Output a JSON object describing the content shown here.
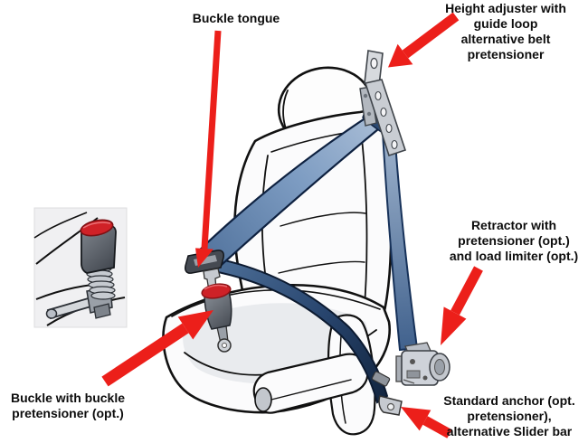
{
  "figure": {
    "type": "labeled-diagram",
    "background": "#ffffff",
    "colors": {
      "arrow_red": "#ec1f1a",
      "belt_light_blue": "#93aac6",
      "belt_dark_navy": "#1b3658",
      "buckle_button_red": "#ce2127",
      "hardware_metal_gray": "#c9cdd3",
      "line_art_outline": "#111111"
    },
    "labels": {
      "buckle_tongue": "Buckle tongue",
      "height_adjuster": "Height adjuster with\nguide loop\nalternative belt\npretensioner",
      "retractor": "Retractor with\npretensioner (opt.)\nand load limiter (opt.)",
      "standard_anchor": "Standard anchor (opt.\npretensioner),\nalternative Slider bar",
      "buckle_pretensioner": "Buckle with buckle\npretensioner (opt.)"
    }
  }
}
